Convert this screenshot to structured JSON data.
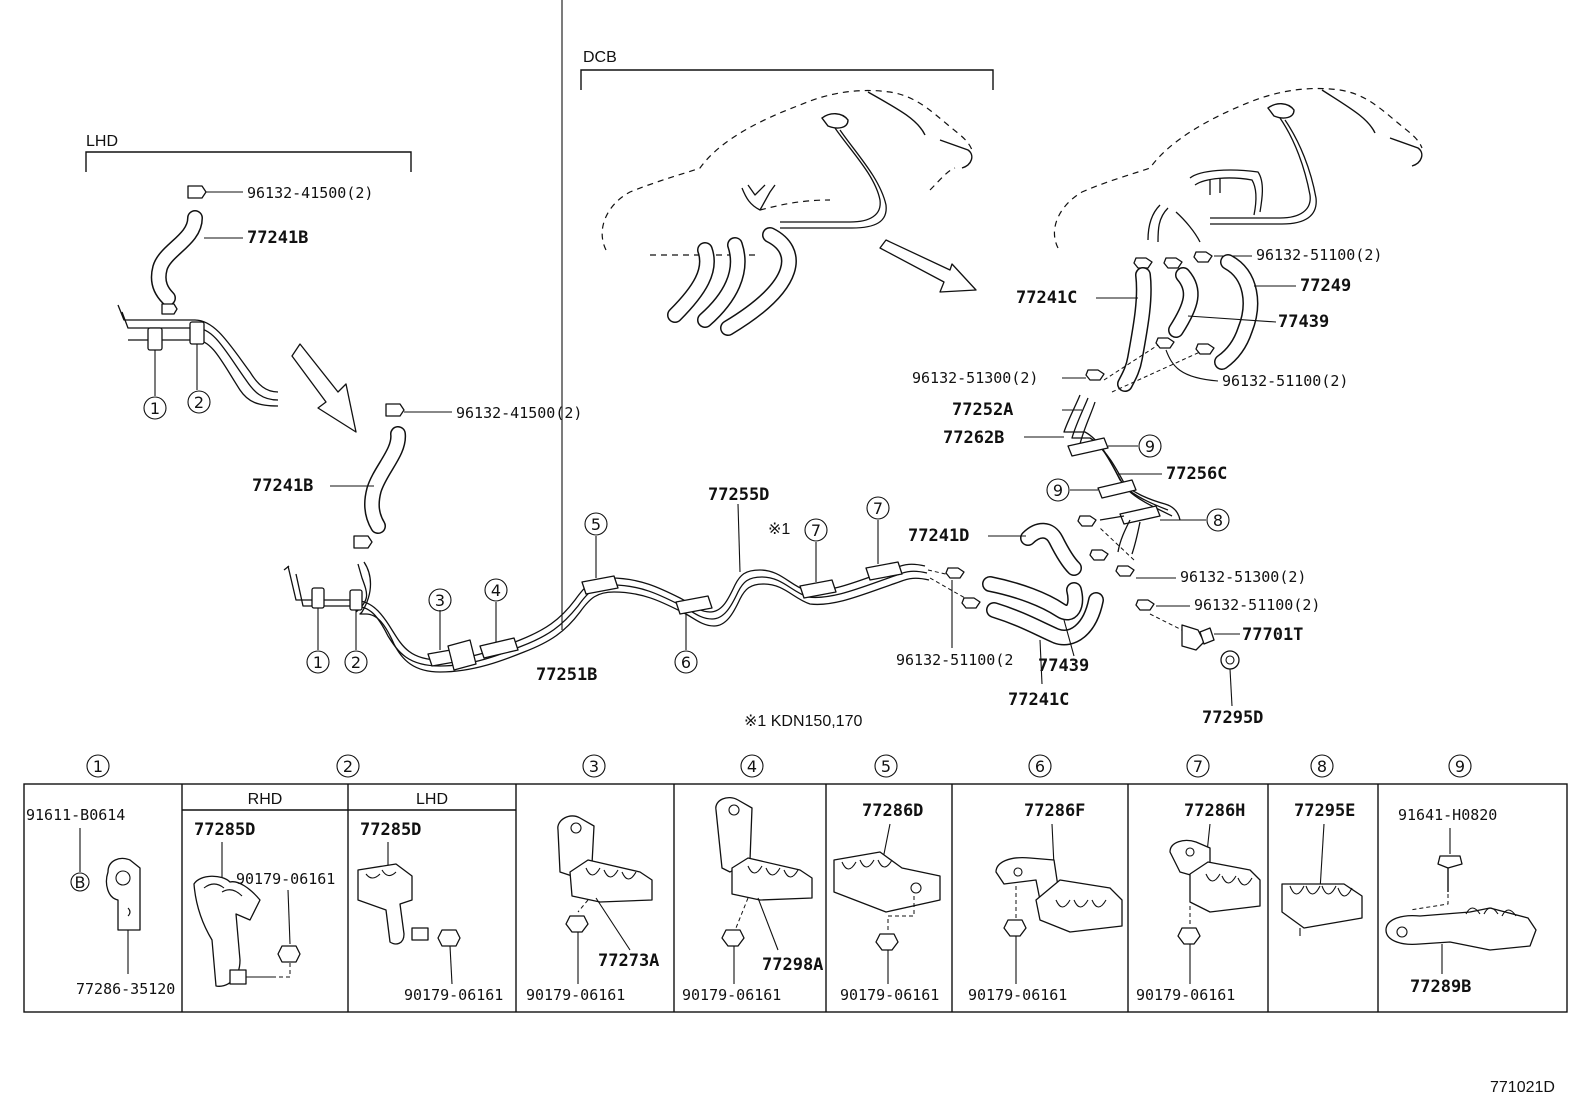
{
  "labels": {
    "lhd": "LHD",
    "dcb": "DCB",
    "rhd_sub": "RHD",
    "lhd_sub": "LHD",
    "note_mark": "※1",
    "note": "※1  KDN150,170",
    "drawing_id": "771021D"
  },
  "parts": {
    "p96132_41500": "96132-41500(2)",
    "p77241B": "77241B",
    "p77241C": "77241C",
    "p77249": "77249",
    "p77439": "77439",
    "p96132_51100": "96132-51100(2)",
    "p96132_51300": "96132-51300(2)",
    "p77252A": "77252A",
    "p77262B": "77262B",
    "p77256C": "77256C",
    "p77255D": "77255D",
    "p77241D": "77241D",
    "p77251B": "77251B",
    "p77701T": "77701T",
    "p77295D": "77295D",
    "p96132_51100_short": "96132-51100(2"
  },
  "callouts": [
    "1",
    "2",
    "3",
    "4",
    "5",
    "6",
    "7",
    "8",
    "9"
  ],
  "detail": {
    "d1_a": "91611-B0614",
    "d1_b": "B",
    "d1_c": "77286-35120",
    "d2r_a": "77285D",
    "d2r_b": "90179-06161",
    "d2l_a": "77285D",
    "d2l_b": "90179-06161",
    "d3_a": "77273A",
    "d3_b": "90179-06161",
    "d4_a": "77298A",
    "d4_b": "90179-06161",
    "d5_a": "77286D",
    "d5_b": "90179-06161",
    "d6_a": "77286F",
    "d6_b": "90179-06161",
    "d7_a": "77286H",
    "d7_b": "90179-06161",
    "d8_a": "77295E",
    "d9_a": "91641-H0820",
    "d9_b": "77289B"
  }
}
